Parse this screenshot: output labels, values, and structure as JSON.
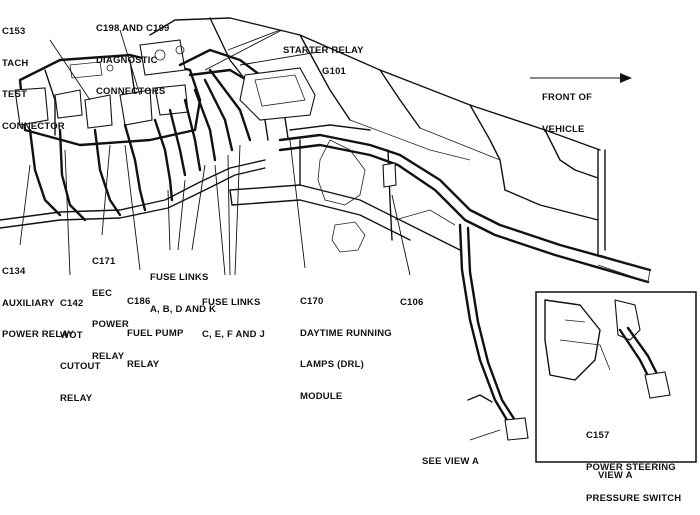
{
  "labels": {
    "c153": [
      "C153",
      "TACH",
      "TEST",
      "CONNECTOR"
    ],
    "c198": [
      "C198 AND C199",
      "DIAGNOSTIC",
      "CONNECTORS"
    ],
    "starter": [
      "STARTER RELAY"
    ],
    "g101": [
      "G101"
    ],
    "front": [
      "FRONT OF",
      "VEHICLE"
    ],
    "c134": [
      "C134",
      "AUXILIARY",
      "POWER RELAY"
    ],
    "c171": [
      "C171",
      "EEC",
      "POWER",
      "RELAY"
    ],
    "c142": [
      "C142",
      "WOT",
      "CUTOUT",
      "RELAY"
    ],
    "c186": [
      "C186",
      "FUEL PUMP",
      "RELAY"
    ],
    "fuse1": [
      "FUSE LINKS",
      "A, B, D AND K"
    ],
    "fuse2": [
      "FUSE LINKS",
      "C, E, F AND J"
    ],
    "c170": [
      "C170",
      "DAYTIME RUNNING",
      "LAMPS (DRL)",
      "MODULE"
    ],
    "c106": [
      "C106"
    ],
    "c157": [
      "C157",
      "POWER STEERING",
      "PRESSURE SWITCH"
    ],
    "seeview": [
      "SEE VIEW A"
    ],
    "viewa": [
      "VIEW A"
    ]
  }
}
